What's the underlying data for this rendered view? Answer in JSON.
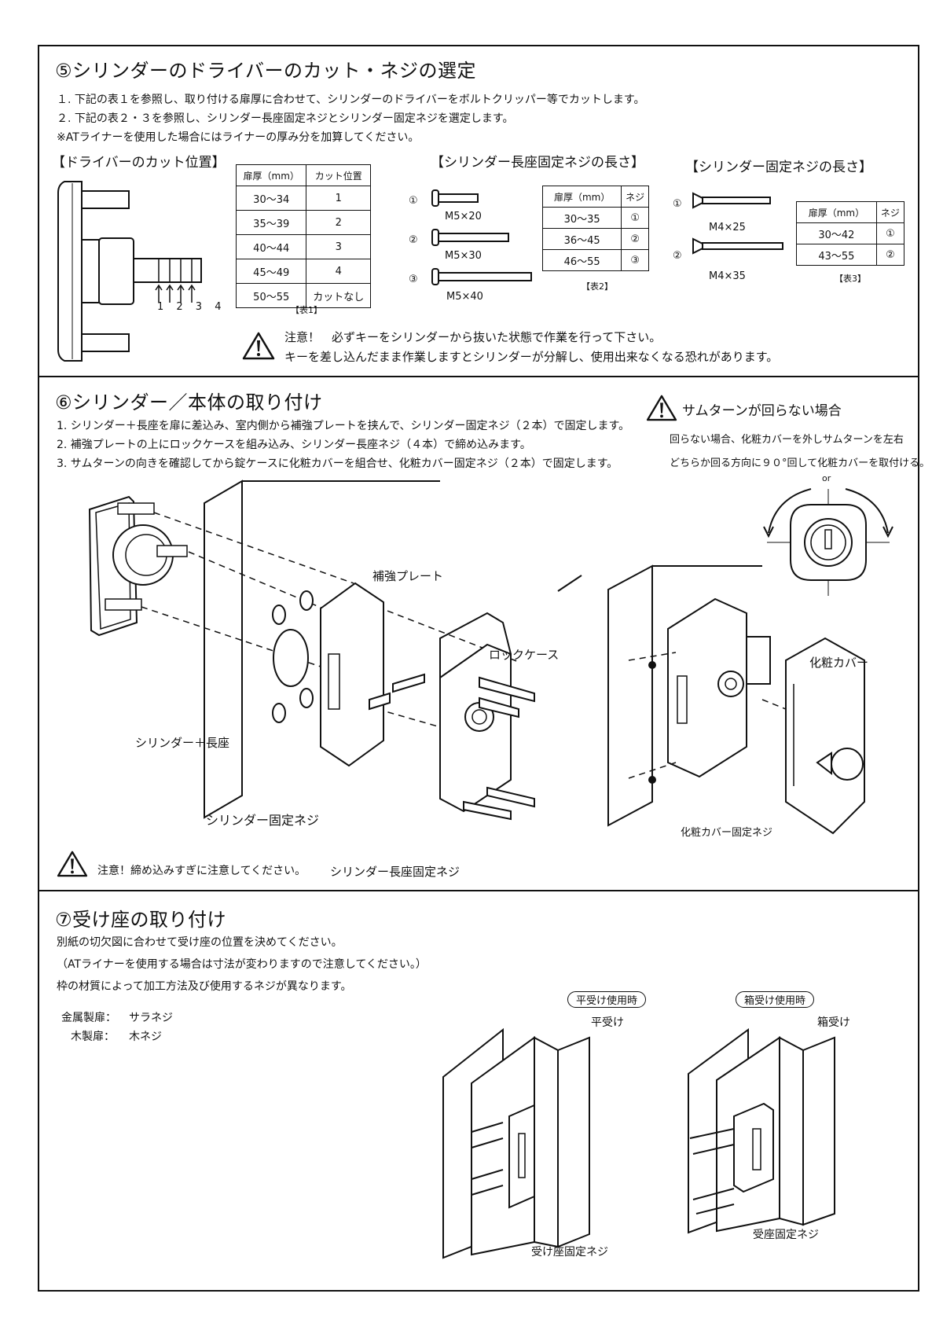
{
  "section5": {
    "title": "⑤シリンダーのドライバーのカット・ネジの選定",
    "lines": [
      "１. 下記の表１を参照し、取り付ける扉厚に合わせて、シリンダーのドライバーをボルトクリッパー等でカットします。",
      "２. 下記の表２・３を参照し、シリンダー長座固定ネジとシリンダー固定ネジを選定します。",
      "※ATライナーを使用した場合にはライナーの厚み分を加算してください。"
    ],
    "driver_cut": {
      "heading": "【ドライバーのカット位置】",
      "numbers": "1 2 3 4"
    },
    "table1": {
      "headers": [
        "扉厚（mm）",
        "カット位置"
      ],
      "rows": [
        [
          "30～34",
          "1"
        ],
        [
          "35～39",
          "2"
        ],
        [
          "40～44",
          "3"
        ],
        [
          "45～49",
          "4"
        ],
        [
          "50～55",
          "カットなし"
        ]
      ],
      "caption": "【表1】"
    },
    "long_screw": {
      "heading": "【シリンダー長座固定ネジの長さ】",
      "items": [
        {
          "num": "①",
          "size": "M5×20"
        },
        {
          "num": "②",
          "size": "M5×30"
        },
        {
          "num": "③",
          "size": "M5×40"
        }
      ]
    },
    "table2": {
      "headers": [
        "扉厚（mm）",
        "ネジ"
      ],
      "rows": [
        [
          "30～35",
          "①"
        ],
        [
          "36～45",
          "②"
        ],
        [
          "46～55",
          "③"
        ]
      ],
      "caption": "【表2】"
    },
    "fix_screw": {
      "heading": "【シリンダー固定ネジの長さ】",
      "items": [
        {
          "num": "①",
          "size": "M4×25"
        },
        {
          "num": "②",
          "size": "M4×35"
        }
      ]
    },
    "table3": {
      "headers": [
        "扉厚（mm）",
        "ネジ"
      ],
      "rows": [
        [
          "30～42",
          "①"
        ],
        [
          "43～55",
          "②"
        ]
      ],
      "caption": "【表3】"
    },
    "caution": {
      "line1": "注意！　必ずキーをシリンダーから抜いた状態で作業を行って下さい。",
      "line2": "キーを差し込んだまま作業しますとシリンダーが分解し、使用出来なくなる恐れがあります。"
    }
  },
  "section6": {
    "title": "⑥シリンダー／本体の取り付け",
    "lines": [
      "1. シリンダー＋長座を扉に差込み、室内側から補強プレートを挟んで、シリンダー固定ネジ（２本）で固定します。",
      "2. 補強プレートの上にロックケースを組み込み、シリンダー長座ネジ（４本）で締め込みます。",
      "3. サムターンの向きを確認してから錠ケースに化粧カバーを組合せ、化粧カバー固定ネジ（２本）で固定します。"
    ],
    "thumbturn": {
      "heading": "サムターンが回らない場合",
      "line1": "回らない場合、化粧カバーを外しサムターンを左右",
      "line2": "どちらか回る方向に９０°回して化粧カバーを取付ける。",
      "or": "or"
    },
    "labels": {
      "plate": "補強プレート",
      "lockcase": "ロックケース",
      "cover": "化粧カバー",
      "cylinder": "シリンダー＋長座",
      "fix_screw": "シリンダー固定ネジ",
      "long_screw": "シリンダー長座固定ネジ",
      "cover_screw": "化粧カバー固定ネジ"
    },
    "caution": "注意！締め込みすぎに注意してください。"
  },
  "section7": {
    "title": "⑦受け座の取り付け",
    "lines": [
      "別紙の切欠図に合わせて受け座の位置を決めてください。",
      "（ATライナーを使用する場合は寸法が変わりますので注意してください。）",
      "枠の材質によって加工方法及び使用するネジが異なります。"
    ],
    "materials": [
      {
        "name": "金属製扉：",
        "screw": "サラネジ"
      },
      {
        "name": "木製扉：",
        "screw": "木ネジ"
      }
    ],
    "flat": {
      "tag": "平受け使用時",
      "label": "平受け",
      "screw": "受け座固定ネジ"
    },
    "box": {
      "tag": "箱受け使用時",
      "label": "箱受け",
      "screw": "受座固定ネジ"
    }
  }
}
